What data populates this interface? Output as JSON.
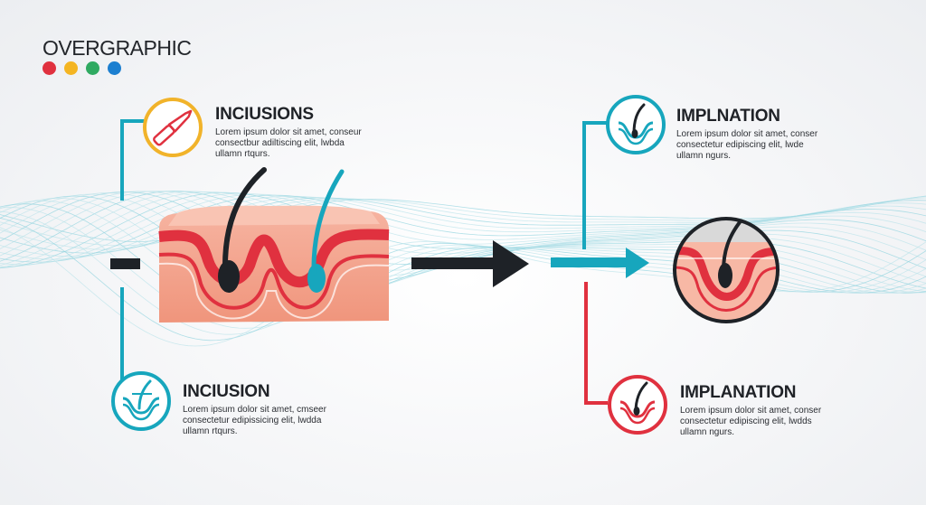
{
  "brand": {
    "title": "OVERGRAPHIC",
    "dots": [
      "#e0313f",
      "#f4b522",
      "#2faa61",
      "#1c7fd0"
    ]
  },
  "colors": {
    "teal": "#17a6bd",
    "red": "#e0313f",
    "yellow": "#f1b32a",
    "dark": "#1e2227",
    "skin": "#f4a58e",
    "skin_light": "#f9c2b0"
  },
  "steps": [
    {
      "title": "INCIUSIONS",
      "text": [
        "Lorem ipsum dolor sit amet, conseur",
        "consectbur adiltiscing elit, lwbda",
        "ullamn rtqurs."
      ],
      "icon": "scalpel-icon",
      "ring": "#f1b32a"
    },
    {
      "title": "INCIUSION",
      "text": [
        "Lorem ipsum dolor sit amet, cmseer",
        "consectetur edipissicing elit, lwdda",
        "ullamn rtqurs."
      ],
      "icon": "hair-follicle-icon",
      "ring": "#17a6bd"
    },
    {
      "title": "IMPLNATION",
      "text": [
        "Lorem ipsum dolor sit amet, conser",
        "consectetur edipiscing elit, lwde",
        "ullamn ngurs."
      ],
      "icon": "hair-follicle-icon",
      "ring": "#17a6bd"
    },
    {
      "title": "IMPLANATION",
      "text": [
        "Lorem ipsum dolor sit amet, conser",
        "consectetur edipiscing elit, lwdds",
        "ullamn ngurs."
      ],
      "icon": "hair-follicle-icon",
      "ring": "#e0313f"
    }
  ]
}
